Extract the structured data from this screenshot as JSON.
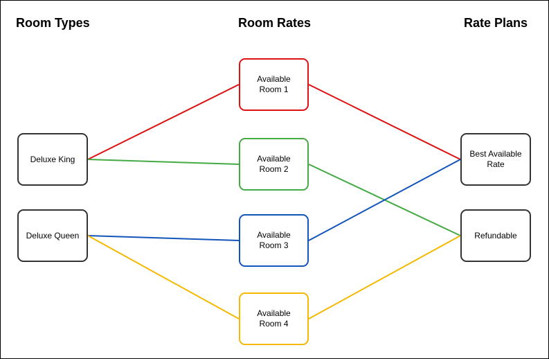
{
  "titles": {
    "room_types": "Room Types",
    "room_rates": "Room Rates",
    "rate_plans": "Rate Plans"
  },
  "nodes": {
    "deluxe_king": "Deluxe King",
    "deluxe_queen": "Deluxe Queen",
    "room1": "Available\nRoom 1",
    "room2": "Available\nRoom 2",
    "room3": "Available\nRoom 3",
    "room4": "Available\nRoom 4",
    "best_available_rate": "Best Available\nRate",
    "refundable": "Refundable"
  },
  "colors": {
    "room1": "#dd1111",
    "room2": "#44aa44",
    "room3": "#1155bb",
    "room4": "#f5b800",
    "node_border": "#333333"
  },
  "connections": [
    {
      "from": "deluxe_king",
      "to": "room1",
      "color": "room1"
    },
    {
      "from": "deluxe_king",
      "to": "room2",
      "color": "room2"
    },
    {
      "from": "deluxe_queen",
      "to": "room3",
      "color": "room3"
    },
    {
      "from": "deluxe_queen",
      "to": "room4",
      "color": "room4"
    },
    {
      "from": "room1",
      "to": "best_available_rate",
      "color": "room1"
    },
    {
      "from": "room2",
      "to": "refundable",
      "color": "room2"
    },
    {
      "from": "room3",
      "to": "best_available_rate",
      "color": "room3"
    },
    {
      "from": "room4",
      "to": "refundable",
      "color": "room4"
    }
  ]
}
